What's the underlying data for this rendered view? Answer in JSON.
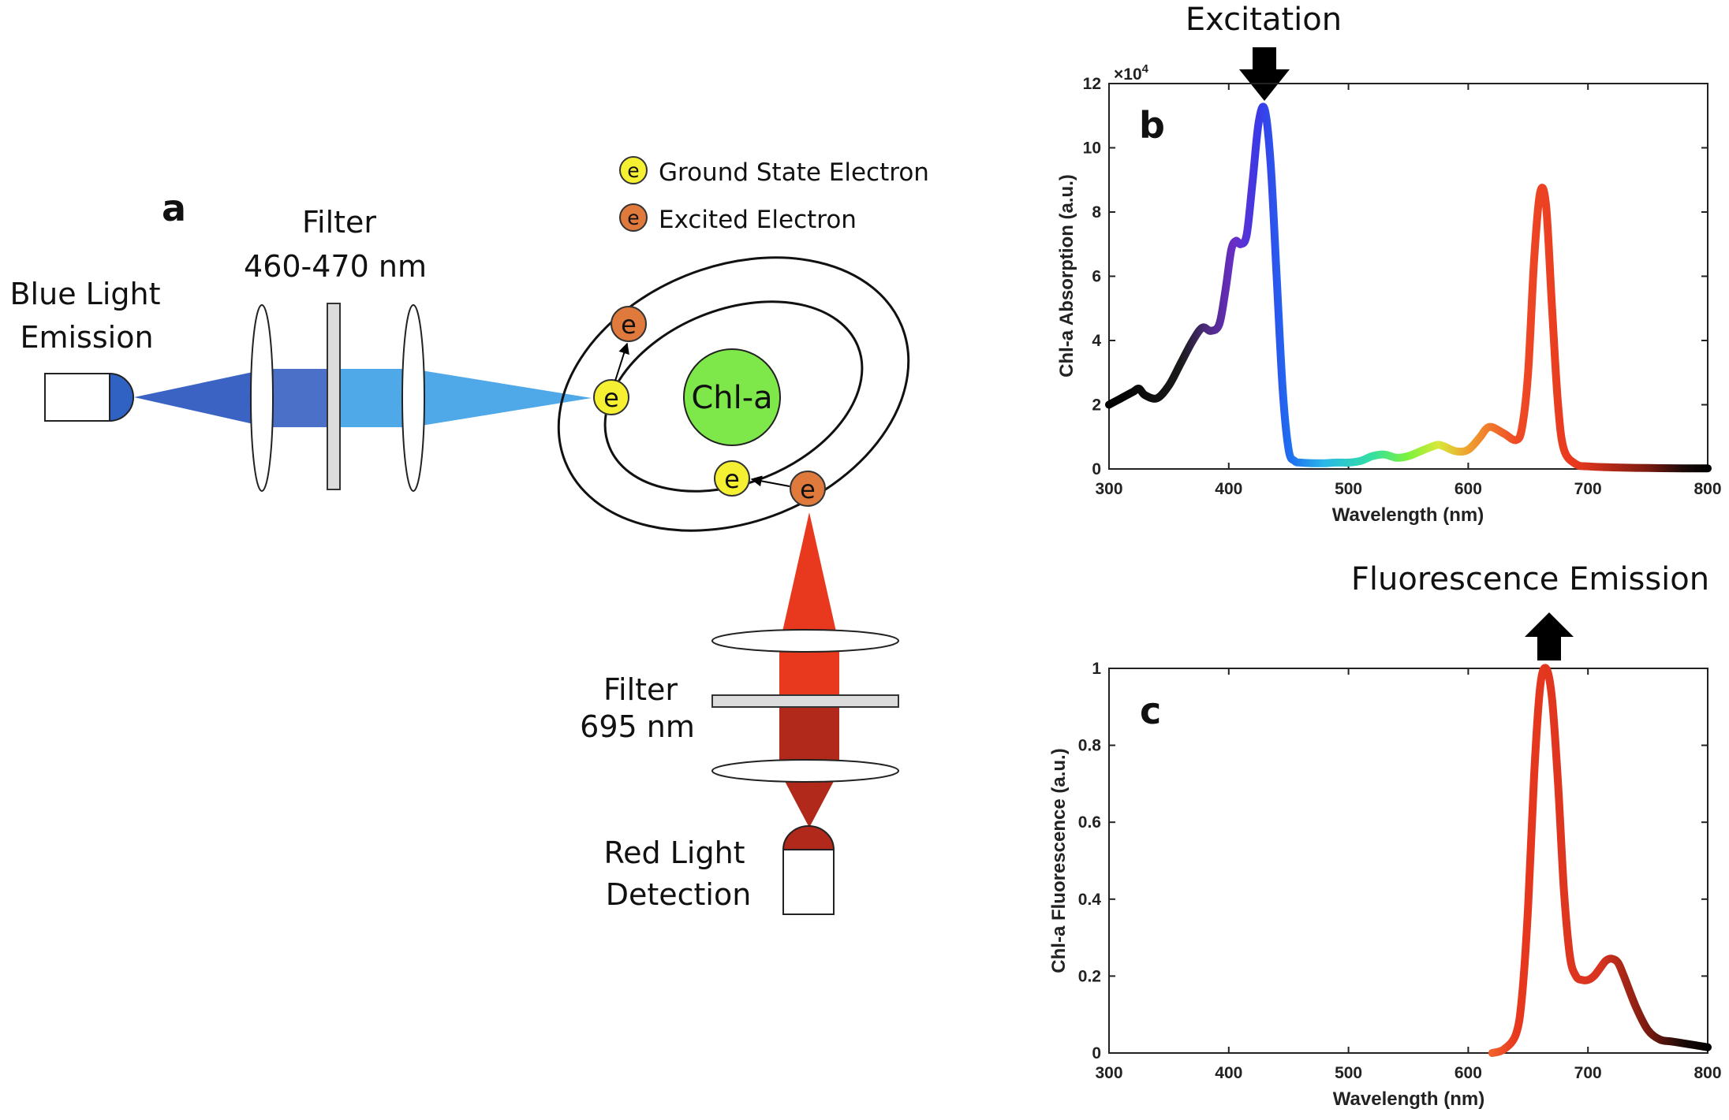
{
  "panel_a": {
    "letter": "a",
    "blue_emission_label": [
      "Blue Light",
      "Emission"
    ],
    "blue_filter_label": [
      "Filter",
      "460-470 nm"
    ],
    "red_filter_label": [
      "Filter",
      "695 nm"
    ],
    "red_detection_label": [
      "Red Light",
      "Detection"
    ],
    "molecule_label": "Chl-a",
    "electron_symbol": "e",
    "legend": [
      {
        "label": "Ground State Electron",
        "color": "#f5f032"
      },
      {
        "label": "Excited Electron",
        "color": "#e07a3c"
      }
    ],
    "colors": {
      "blue_dark": "#3a63c4",
      "blue_light": "#4fa8e8",
      "red_bright": "#e8381e",
      "red_dark": "#b0291a",
      "molecule": "#7ee84a"
    }
  },
  "chart_data": [
    {
      "type": "line",
      "panel_letter": "b",
      "annotation": "Excitation",
      "xlabel": "Wavelength (nm)",
      "ylabel": "Chl-a Absorption (a.u.)",
      "y_multiplier": "×10",
      "y_multiplier_exp": "4",
      "xlim": [
        300,
        800
      ],
      "ylim": [
        0,
        12
      ],
      "x_ticks": [
        "300",
        "400",
        "500",
        "600",
        "700",
        "800"
      ],
      "y_ticks": [
        "0",
        "2",
        "4",
        "6",
        "8",
        "10",
        "12"
      ],
      "series": [
        {
          "x": [
            300,
            310,
            320,
            325,
            330,
            340,
            350,
            360,
            370,
            378,
            385,
            392,
            397,
            402,
            406,
            410,
            415,
            420,
            425,
            430,
            435,
            440,
            445,
            450,
            455,
            460,
            470,
            480,
            490,
            500,
            510,
            520,
            530,
            540,
            550,
            560,
            570,
            575,
            580,
            590,
            600,
            610,
            615,
            620,
            630,
            640,
            645,
            650,
            655,
            660,
            665,
            670,
            675,
            680,
            690,
            700,
            720,
            750,
            780,
            800
          ],
          "y": [
            2.0,
            2.2,
            2.4,
            2.5,
            2.3,
            2.2,
            2.6,
            3.3,
            4.0,
            4.4,
            4.3,
            4.5,
            5.5,
            6.8,
            7.1,
            7.0,
            7.3,
            9.0,
            10.8,
            11.2,
            9.5,
            6.0,
            2.5,
            0.6,
            0.25,
            0.2,
            0.18,
            0.18,
            0.2,
            0.2,
            0.25,
            0.4,
            0.45,
            0.35,
            0.4,
            0.55,
            0.7,
            0.75,
            0.7,
            0.55,
            0.6,
            1.0,
            1.25,
            1.3,
            1.1,
            0.9,
            1.3,
            3.0,
            6.5,
            8.6,
            8.2,
            5.0,
            2.0,
            0.6,
            0.15,
            0.08,
            0.05,
            0.03,
            0.02,
            0.02
          ]
        }
      ]
    },
    {
      "type": "line",
      "panel_letter": "c",
      "annotation": "Fluorescence Emission",
      "xlabel": "Wavelength (nm)",
      "ylabel": "Chl-a Fluorescence (a.u.)",
      "xlim": [
        300,
        800
      ],
      "ylim": [
        0,
        1
      ],
      "x_ticks": [
        "300",
        "400",
        "500",
        "600",
        "700",
        "800"
      ],
      "y_ticks": [
        "0",
        "0.2",
        "0.4",
        "0.6",
        "0.8",
        "1"
      ],
      "series": [
        {
          "x": [
            620,
            630,
            640,
            645,
            650,
            655,
            660,
            665,
            670,
            675,
            680,
            685,
            690,
            695,
            700,
            705,
            710,
            715,
            720,
            725,
            730,
            740,
            750,
            760,
            770,
            780,
            790,
            800
          ],
          "y": [
            0.0,
            0.01,
            0.05,
            0.15,
            0.38,
            0.72,
            0.95,
            1.0,
            0.92,
            0.7,
            0.42,
            0.25,
            0.2,
            0.19,
            0.19,
            0.2,
            0.22,
            0.24,
            0.245,
            0.235,
            0.2,
            0.12,
            0.06,
            0.035,
            0.03,
            0.025,
            0.02,
            0.015
          ]
        }
      ]
    }
  ]
}
